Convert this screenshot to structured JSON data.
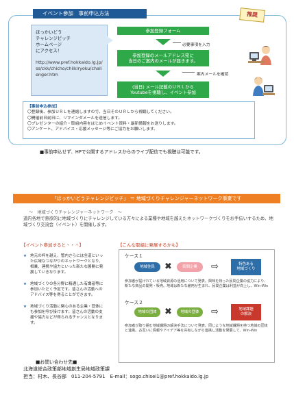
{
  "top": {
    "title": "イベント参加　事前申込方法",
    "recommend": "推奨",
    "callout": {
      "access": "ほっかいどう\nチャレンジピッチ\nホームページ\nにアクセス！",
      "url": "http://www.pref.hokkaido.lg.jp/ss/ckk/chicho/chiikiryoku/challenger.htm"
    },
    "steps": [
      "参加登録フォーム",
      "参加登録のメールアドレス宛に\n当日のご案内のメールが届きます。",
      "(当日) メール記載のＵＲＬから\nYoutubeを視聴し、イベント参加"
    ],
    "notes": [
      "必要事項を入力",
      "案内メールを確認"
    ],
    "info": {
      "heading": "【事前申込参加】",
      "lines": [
        "〇登録後、参加ＵＲＬを連絡しますので、当日そのＵＲＬから視聴してください。",
        "〇開催前日前日に、リマインダメールを送信します。",
        "〇プレゼンターの紹介・取組内容をはじめイベント資料・最新情報をお送りします。",
        "〇アンケート、アドバイス・応援メッセージ等にご協力をお願いします。"
      ]
    },
    "stream_note": "■事前申込せず、HPで公開するアドレスからのライブ配信でも視聴は可能です。"
  },
  "middle": {
    "banner": "「ほっかいどうチャレンジピッチ」 ＝ 地域づくりチャレンジャーネットワーク事業です",
    "sub_title": "～　地域づくりチャレンジャーネットワーク　～",
    "intro": "道内各地で意欲的に地域づくりにチャレンジしている方々による業種や地域を越えたネットワークづくりをお手伝いするため、地域づくり交流会（イベント）を開催します。",
    "left_heading": "【イベント参加すると・・・】",
    "right_heading": "【こんな取組に発展するかも】",
    "bullets": [
      "地元の枠を越え、管内さらには全道といった広域なつながりのネットワークとなり、相乗、連携や協力といった新たな展開に発展していきなります。",
      "地域づくりの各分野に精通した有識者等に参加いただく予定です。皆さんの活動へのアドバイス等を得ることができます。",
      "地域づくり活動に関心のある企業・団体にも参加を呼び掛けます。皆さんの活動の支援や協力などが得られるチャンスとなります。"
    ],
    "case1": {
      "title": "ケース１",
      "a": "地域住民",
      "b": "民間企業",
      "result": "特色ある\n地域づくり",
      "desc": "参加者が提げれている地域資源の活用について発表。興味を持った民間企業の協力により、新たな商品の開発・販売。地域は新たな雇用が生まれ、民間企業は利益が向上し、Win-Win"
    },
    "case2": {
      "title": "ケース２",
      "a": "地域の団体",
      "b": "地域の団体",
      "result": "地域課題\nの解決",
      "desc": "参加者が取り組む地域課題の解決手法について発表。同じような地域課題を持つ地域の団体と連携。お互いに情報やアイデア等を共有しながら連携し活動を発展して、Win-Win"
    }
  },
  "footer": {
    "heading": "■お問い合わせ先■",
    "org": "北海道総合政策部地域創生局地域政策課",
    "contact": "担当：村木、長谷部　011-204-5791　E-mail：sogo.chisei1@pref.hokkaido.lg.jp"
  },
  "colors": {
    "navy": "#1f5a96",
    "green": "#2fa84a",
    "orange": "#ee7f23",
    "red": "#c9382c",
    "pink": "#f2a3aa",
    "leaf": "#7aae3e"
  }
}
